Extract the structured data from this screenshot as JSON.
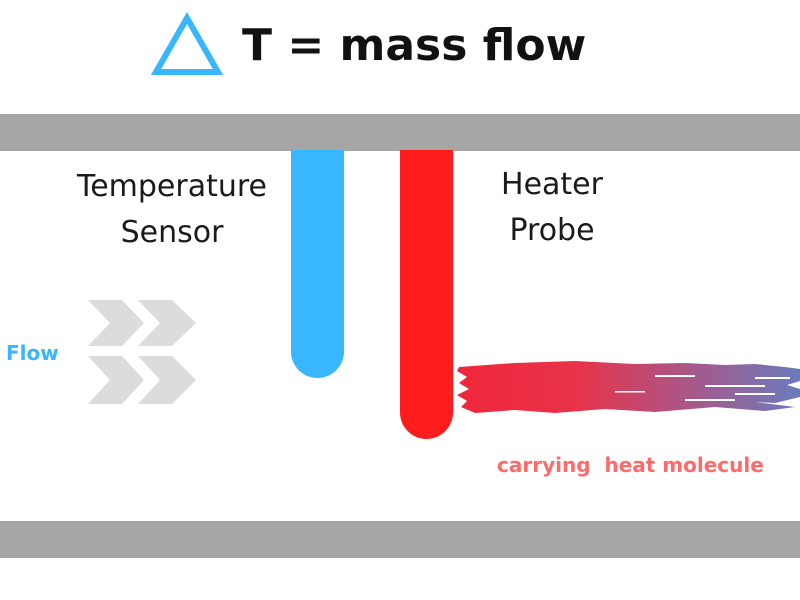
{
  "title": {
    "symbol_name": "delta-triangle-icon",
    "text": "T = mass flow"
  },
  "labels": {
    "sensor_line1": "Temperature",
    "sensor_line2": "Sensor",
    "heater_line1": "Heater",
    "heater_line2": "Probe",
    "flow": "Flow",
    "heat_caption": "carrying  heat molecule"
  },
  "icons": {
    "flow_direction": "chevron-right-icon"
  },
  "colors": {
    "sensor_probe": "#38b6ff",
    "heater_probe": "#ff1c1c",
    "pipe_wall": "#a6a6a6",
    "flow_label": "#38b6ff",
    "heat_caption": "#ff6b6b",
    "heat_trail_start": "#f0263a",
    "heat_trail_end": "#6a7bbd",
    "chevron": "#dcdcdc"
  }
}
